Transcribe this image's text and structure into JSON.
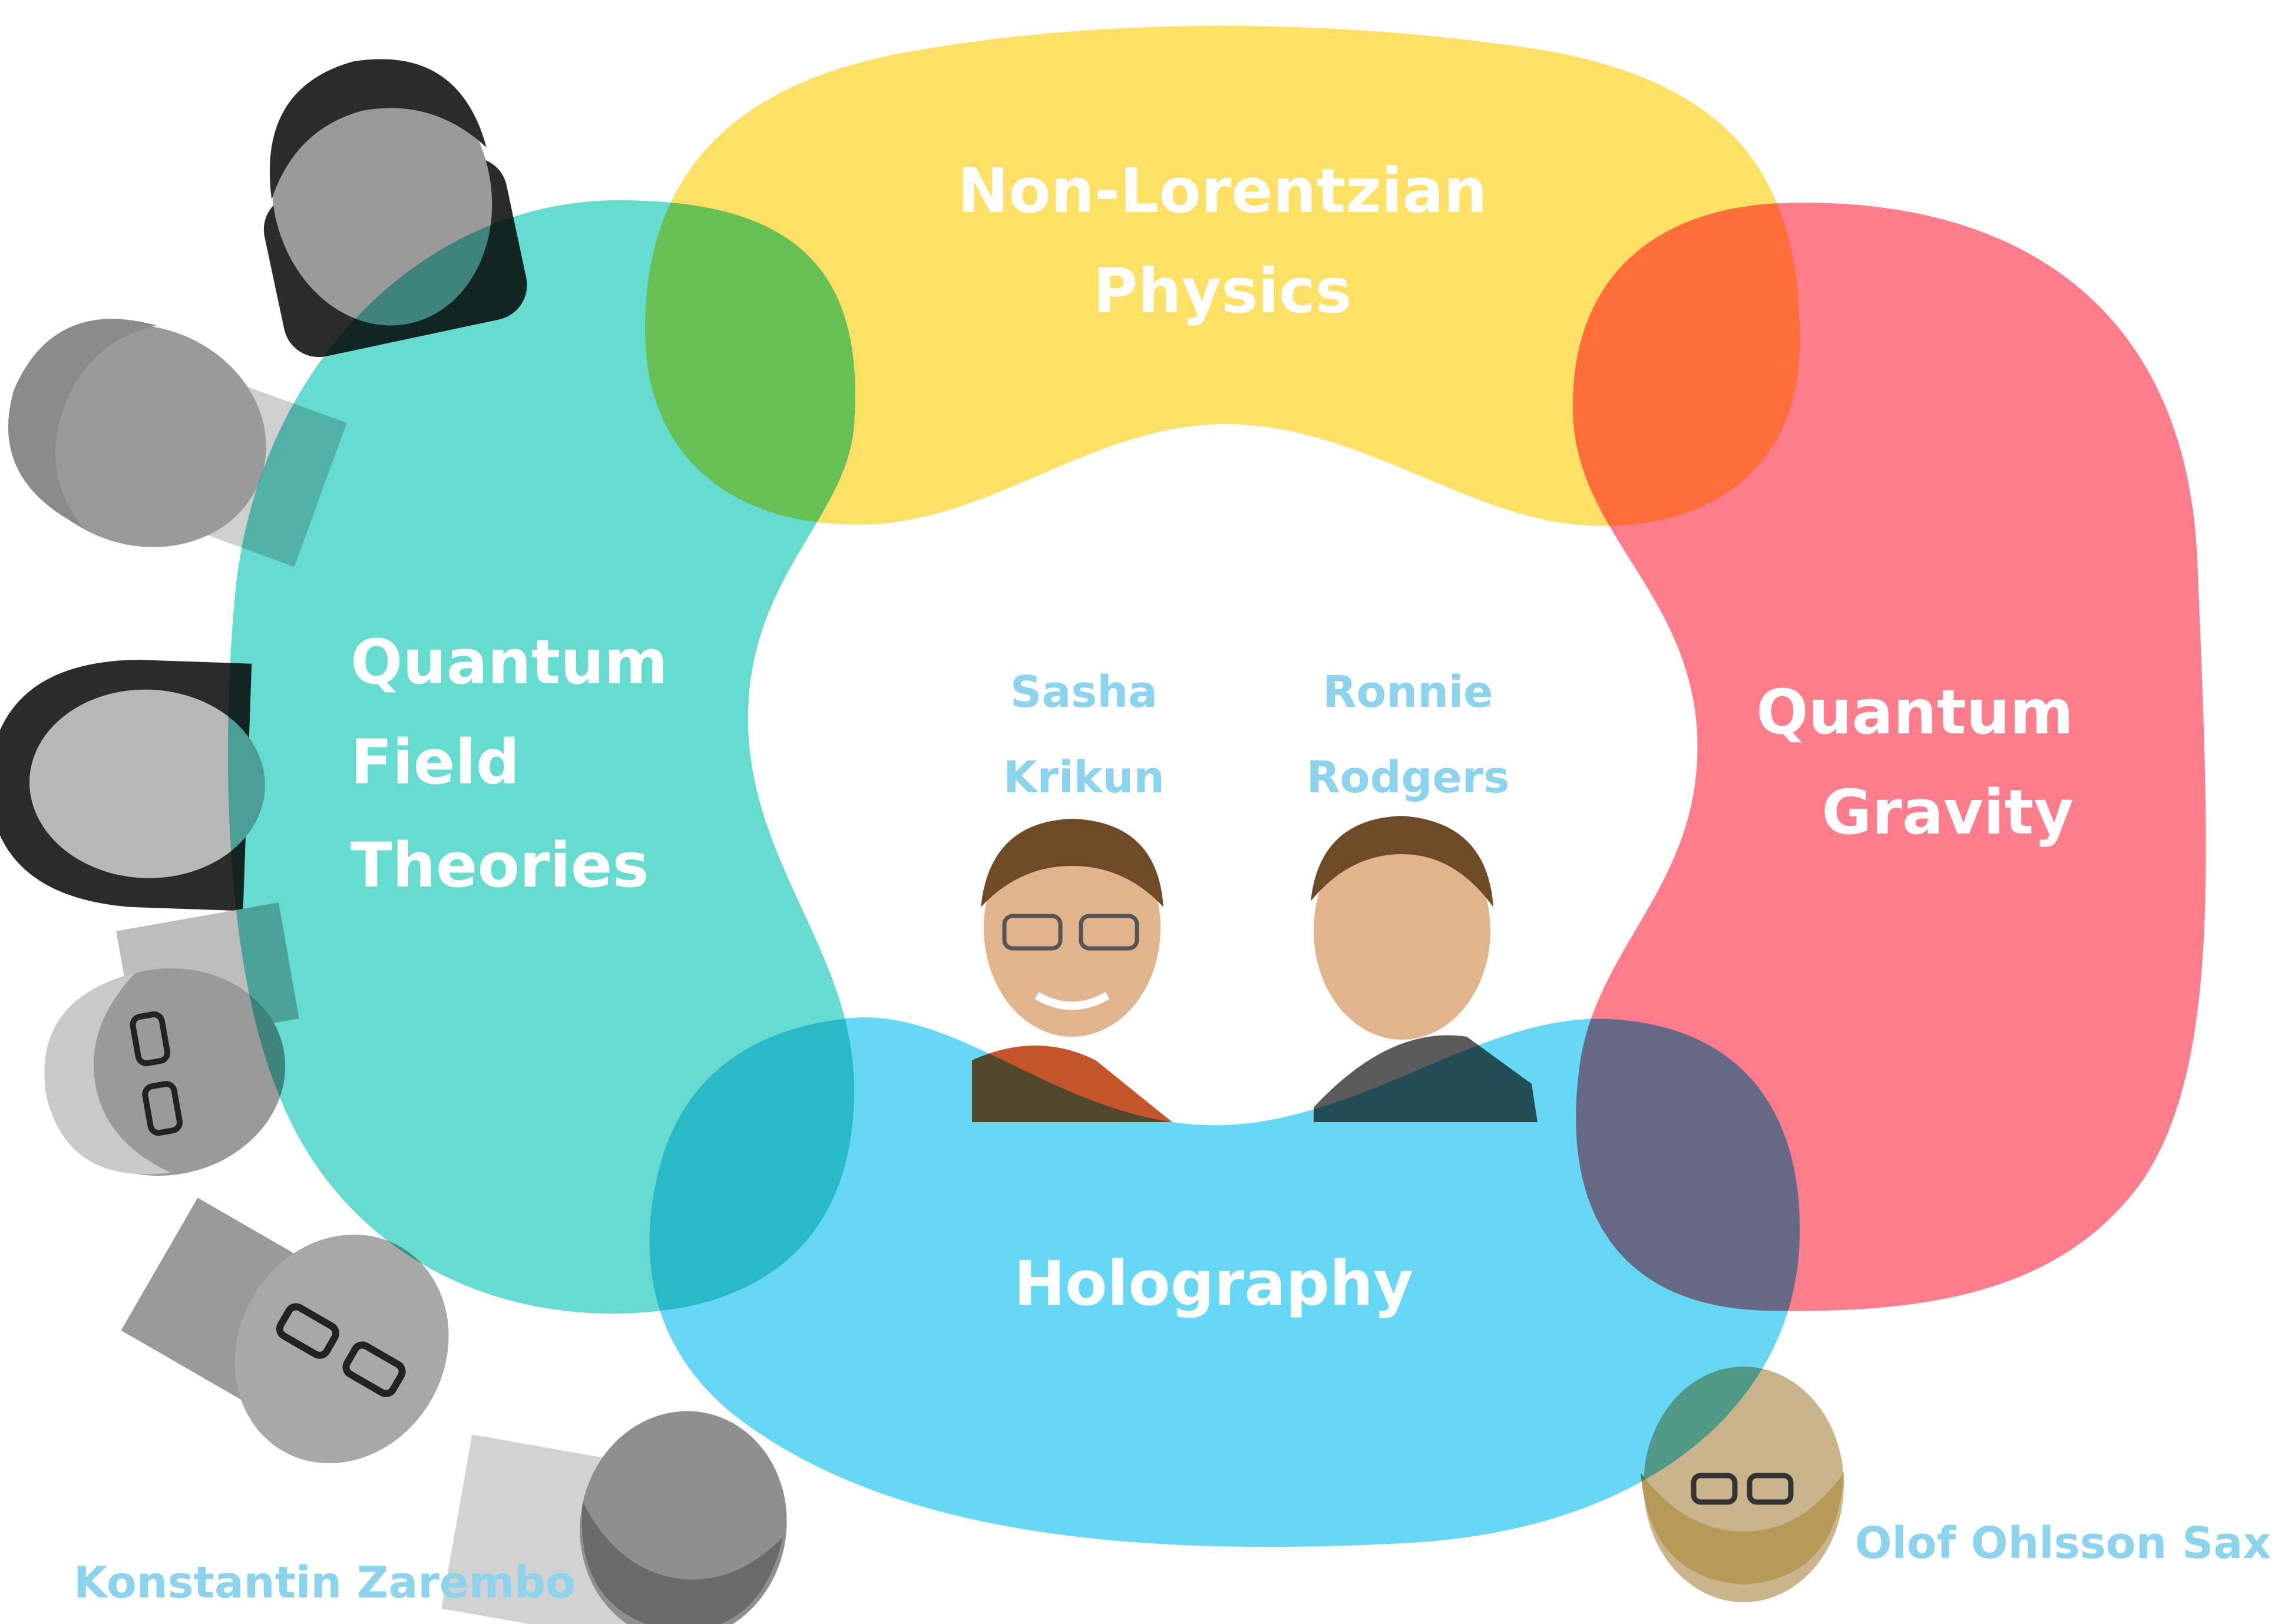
{
  "regions": {
    "non_lorentzian": {
      "line1": "Non-Lorentzian",
      "line2": "Physics",
      "color": "#FFE066"
    },
    "qft": {
      "line1": "Quantum",
      "line2": "Field",
      "line3": "Theories",
      "color": "#66DBCF"
    },
    "quantum_gravity": {
      "line1": "Quantum",
      "line2": "Gravity",
      "color": "#FF7C8C"
    },
    "holography": {
      "line1": "Holography",
      "color": "#66D8F5"
    }
  },
  "people": {
    "center_left": {
      "first": "Sasha",
      "last": "Krikun"
    },
    "center_right": {
      "first": "Ronnie",
      "last": "Rodgers"
    },
    "bottom_left": {
      "name": "Konstantin Zarembo"
    },
    "bottom_right": {
      "name": "Olof Ohlsson Sax"
    }
  },
  "colors": {
    "person_label": "#8CD3EE",
    "white_label": "#FFFFFF"
  }
}
